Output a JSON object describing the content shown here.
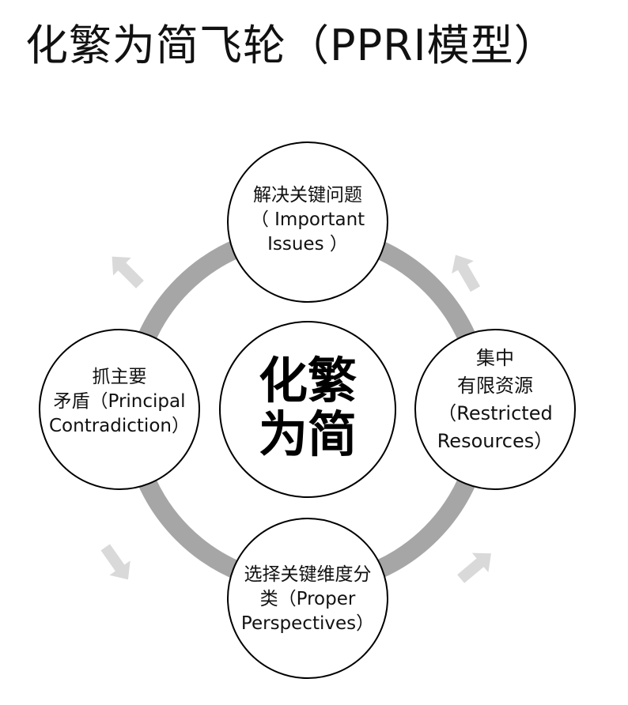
{
  "title": "化繁为简飞轮（PPRI模型）",
  "center": {
    "line1": "化繁",
    "line2": "为简"
  },
  "nodes": {
    "top": {
      "l1": "解决关键问题",
      "l2": "（ Important",
      "l3": "Issues ）"
    },
    "right": {
      "l1": "集中",
      "l2": "有限资源",
      "l3": "（Restricted",
      "l4": "Resources）"
    },
    "bottom": {
      "l1": "选择关键维度分",
      "l2": "类（Proper",
      "l3": "Perspectives）"
    },
    "left": {
      "l1": "抓主要",
      "l2": "矛盾（Principal",
      "l3": "Contradiction）"
    }
  },
  "colors": {
    "ring": "#a6a6a6",
    "arrow": "#d9d9d9",
    "circle_stroke": "#000000",
    "circle_fill": "#ffffff"
  },
  "arrows": [
    "arrow-top-left",
    "arrow-top-right",
    "arrow-bottom-left",
    "arrow-bottom-right"
  ]
}
